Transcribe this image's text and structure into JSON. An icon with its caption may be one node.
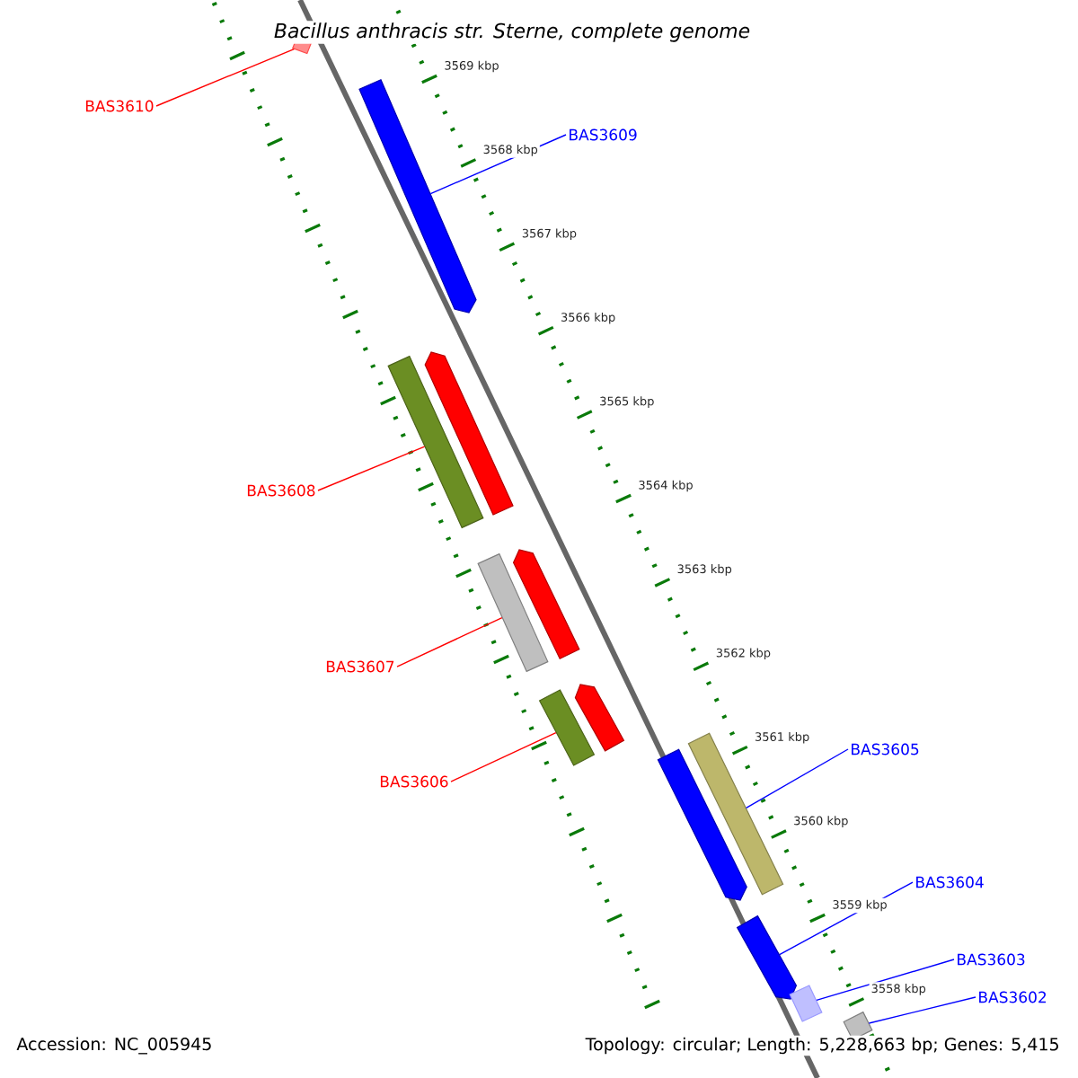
{
  "diagram": {
    "title": "Bacillus anthracis str. Sterne, complete genome",
    "nodes": [
      {
        "text": [
          "BAS3610"
        ]
      },
      {
        "text": [],
        "shape": "bar"
      },
      {
        "text": [
          "BAS3609"
        ]
      },
      {
        "text": [],
        "shape": "arrow"
      },
      {
        "text": [],
        "shape": "bar"
      },
      {
        "text": [],
        "shape": "arrow"
      },
      {
        "text": [
          "BAS3608"
        ]
      },
      {
        "text": [],
        "shape": "bar"
      },
      {
        "text": [],
        "shape": "arrow"
      },
      {
        "text": [
          "BAS3607"
        ]
      },
      {
        "text": [],
        "shape": "bar"
      },
      {
        "text": [],
        "shape": "arrow"
      },
      {
        "text": [
          "BAS3606"
        ]
      },
      {
        "text": [],
        "shape": "arrow"
      },
      {
        "text": [],
        "shape": "bar"
      },
      {
        "text": [
          "BAS3605"
        ]
      },
      {
        "text": [],
        "shape": "arrow"
      },
      {
        "text": [
          "BAS3604"
        ]
      },
      {
        "text": [
          "BAS3603"
        ]
      },
      {
        "text": [
          "BAS3602"
        ]
      },
      {
        "text": [],
        "shape": "bar"
      },
      {
        "text": [],
        "shape": "bar"
      }
    ],
    "edges": [
      {
        "from": 0,
        "to": 1,
        "arrow": "none",
        "color": "#ff0000"
      },
      {
        "from": 2,
        "to": 3,
        "arrow": "none"
      },
      {
        "from": 6,
        "to": 4,
        "arrow": "none",
        "color": "#ff0000"
      },
      {
        "from": 9,
        "to": 7,
        "arrow": "none",
        "color": "#ff0000"
      },
      {
        "from": 12,
        "to": 10,
        "arrow": "none",
        "color": "#ff0000"
      },
      {
        "from": 15,
        "to": 14,
        "arrow": "none"
      },
      {
        "from": 17,
        "to": 16,
        "arrow": "none"
      },
      {
        "from": 18,
        "to": 20,
        "arrow": "none"
      },
      {
        "from": 19,
        "to": 21,
        "arrow": "none"
      }
    ],
    "labels": [
      "3569 kbp",
      "3568 kbp",
      "3567 kbp",
      "3566 kbp",
      "3565 kbp",
      "3564 kbp",
      "3563 kbp",
      "3562 kbp",
      "3561 kbp",
      "3560 kbp",
      "3559 kbp",
      "3558 kbp",
      "Accession: NC_005945",
      "Topology: circular; Length: 5,228,663 bp; Genes: 5,415"
    ]
  }
}
